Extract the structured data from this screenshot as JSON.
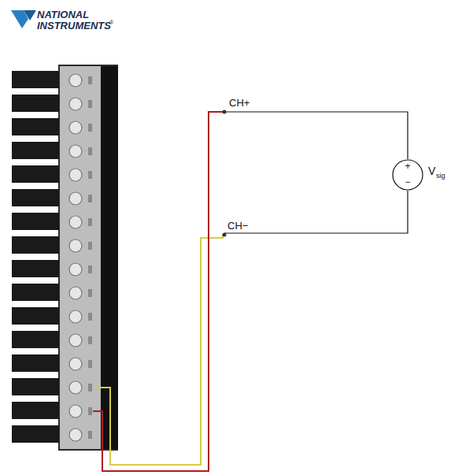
{
  "diagram": {
    "nodes": [
      {
        "text": [
          "+",
          "−",
          "V",
          "sig"
        ]
      }
    ],
    "labels": [
      "NATIONAL",
      "INSTRUMENTS",
      "®",
      "CH+",
      "CH−"
    ]
  }
}
